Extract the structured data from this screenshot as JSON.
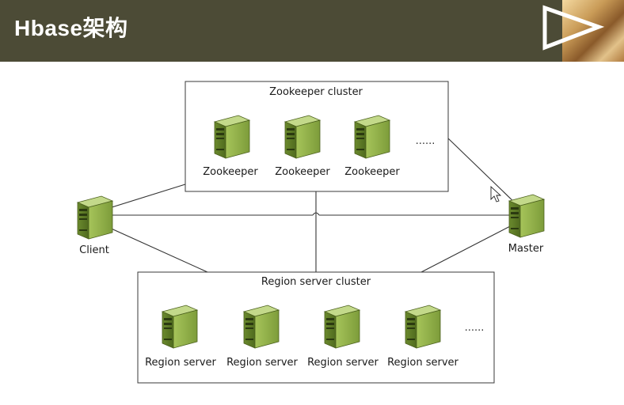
{
  "header": {
    "title": "Hbase架构",
    "accent": "#4c4b36"
  },
  "diagram": {
    "zookeeper_cluster": {
      "label": "Zookeeper cluster",
      "nodes": [
        "Zookeeper",
        "Zookeeper",
        "Zookeeper"
      ],
      "ellipsis": "......"
    },
    "region_cluster": {
      "label": "Region server cluster",
      "nodes": [
        "Region server",
        "Region server",
        "Region server",
        "Region server"
      ],
      "ellipsis": "......"
    },
    "client": {
      "label": "Client"
    },
    "master": {
      "label": "Master"
    },
    "server_color": "#8fb04a"
  }
}
